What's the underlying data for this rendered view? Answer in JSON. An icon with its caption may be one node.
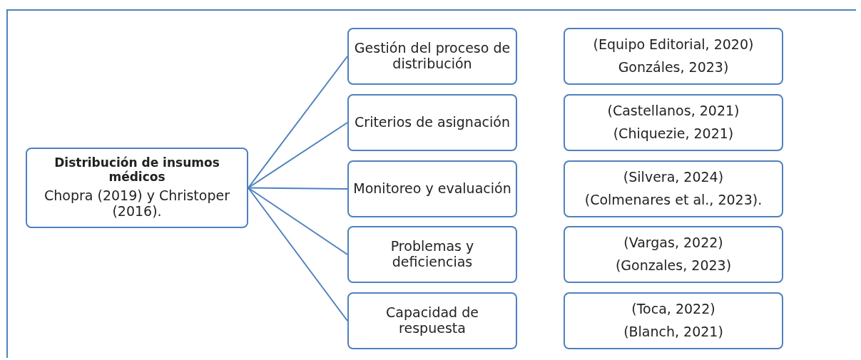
{
  "diagram": {
    "nodes": [
      {
        "text": [
          "Distribución de insumos médicos",
          "Chopra (2019) y Christoper (2016)."
        ]
      },
      {
        "text": [
          "Gestión del proceso de distribución"
        ]
      },
      {
        "text": [
          "(Equipo Editorial, 2020)",
          "Gonzáles, 2023)"
        ]
      },
      {
        "text": [
          "Criterios de asignación"
        ]
      },
      {
        "text": [
          "(Castellanos, 2021)",
          "(Chiquezie, 2021)"
        ]
      },
      {
        "text": [
          "Monitoreo y evaluación"
        ]
      },
      {
        "text": [
          "(Silvera, 2024)",
          "(Colmenares et al., 2023)."
        ]
      },
      {
        "text": [
          "Problemas y deficiencias"
        ]
      },
      {
        "text": [
          "(Vargas, 2022)",
          "(Gonzales, 2023)"
        ]
      },
      {
        "text": [
          "Capacidad de respuesta"
        ]
      },
      {
        "text": [
          "(Toca, 2022)",
          "(Blanch, 2021)"
        ]
      }
    ],
    "edges": [
      {
        "from": 0,
        "to": 1,
        "arrow": "none"
      },
      {
        "from": 0,
        "to": 3,
        "arrow": "none"
      },
      {
        "from": 0,
        "to": 5,
        "arrow": "none"
      },
      {
        "from": 0,
        "to": 7,
        "arrow": "none"
      },
      {
        "from": 0,
        "to": 9,
        "arrow": "none"
      }
    ]
  }
}
